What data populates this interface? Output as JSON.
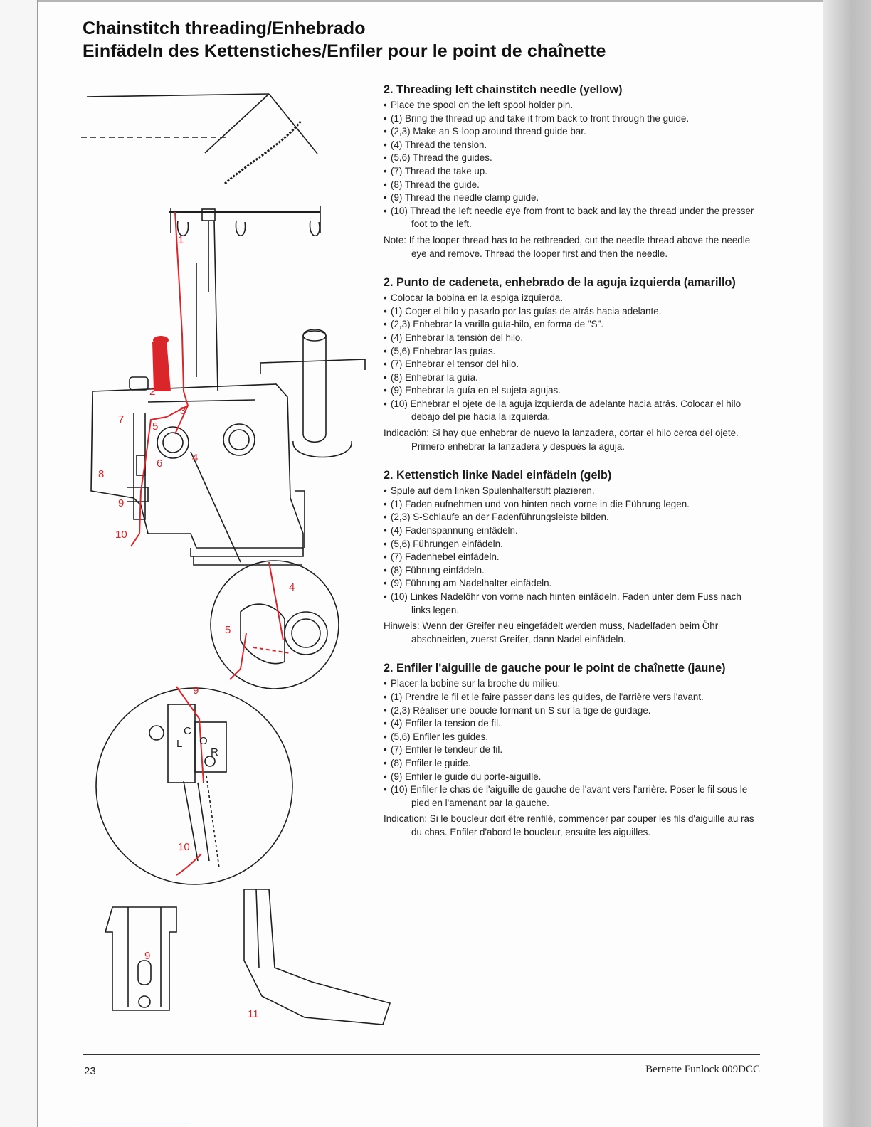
{
  "header": {
    "title_line1": "Chainstitch threading/Enhebrado",
    "title_line2": "Einfädeln des Kettenstiches/Enfiler pour le point de chaînette"
  },
  "figure": {
    "callouts": [
      "1",
      "2",
      "3",
      "4",
      "5",
      "6",
      "7",
      "8",
      "9",
      "10",
      "4",
      "5",
      "9",
      "10",
      "9",
      "11"
    ],
    "detail_letters": [
      "C",
      "L",
      "O",
      "R"
    ]
  },
  "sections": [
    {
      "heading": "2. Threading left chainstitch needle (yellow)",
      "items": [
        "Place the spool on the left spool holder pin.",
        "(1) Bring the thread up and take it from back to front through the guide.",
        "(2,3) Make an S-loop around thread guide bar.",
        "(4) Thread the tension.",
        "(5,6) Thread the guides.",
        "(7) Thread the take up.",
        "(8) Thread the guide.",
        "(9) Thread the needle clamp guide.",
        "(10) Thread the left needle eye from front to back and lay the thread under the presser foot to the left."
      ],
      "note": "Note: If the looper thread has to be rethreaded, cut the needle thread above the needle eye and remove. Thread the looper first and then the needle."
    },
    {
      "heading": "2. Punto de cadeneta, enhebrado de la aguja izquierda (amarillo)",
      "items": [
        "Colocar la bobina en la espiga izquierda.",
        "(1) Coger el hilo y pasarlo por las guías de atrás hacia adelante.",
        "(2,3) Enhebrar la varilla guía-hilo, en forma de \"S\".",
        "(4) Enhebrar la tensión del hilo.",
        "(5,6) Enhebrar las guías.",
        "(7) Enhebrar el tensor del hilo.",
        "(8) Enhebrar la guía.",
        "(9) Enhebrar la guía en el sujeta-agujas.",
        "(10) Enhebrar el ojete de la aguja izquierda de adelante hacia atrás. Colocar el hilo debajo del pie hacia la izquierda."
      ],
      "note": "Indicación: Si hay que enhebrar de nuevo la lanzadera, cortar el hilo cerca del ojete. Primero enhebrar la lanzadera y después la aguja."
    },
    {
      "heading": "2. Kettenstich linke Nadel einfädeln (gelb)",
      "items": [
        "Spule auf dem linken Spulenhalterstift plazieren.",
        "(1) Faden aufnehmen und von hinten nach vorne in die Führung legen.",
        "(2,3) S-Schlaufe an der Fadenführungsleiste bilden.",
        "(4) Fadenspannung einfädeln.",
        "(5,6) Führungen einfädeln.",
        "(7) Fadenhebel einfädeln.",
        "(8) Führung einfädeln.",
        "(9) Führung am Nadelhalter einfädeln.",
        "(10) Linkes Nadelöhr von vorne nach hinten einfädeln. Faden unter dem Fuss nach links legen."
      ],
      "note": "Hinweis: Wenn der Greifer neu eingefädelt werden muss, Nadelfaden beim Öhr abschneiden, zuerst Greifer, dann Nadel einfädeln."
    },
    {
      "heading": "2. Enfiler l'aiguille de gauche pour le point de chaînette (jaune)",
      "items": [
        "Placer la bobine sur la broche du milieu.",
        "(1) Prendre le fil et le faire passer dans les guides, de l'arrière vers l'avant.",
        "(2,3) Réaliser une boucle formant un S sur la tige de guidage.",
        "(4) Enfiler la tension de fil.",
        "(5,6) Enfiler les guides.",
        "(7) Enfiler le tendeur de fil.",
        "(8) Enfiler le guide.",
        "(9) Enfiler le guide du porte-aiguille.",
        "(10) Enfiler le chas de l'aiguille de gauche de l'avant vers l'arrière. Poser le fil sous le pied en l'amenant par la gauche."
      ],
      "note": "Indication: Si le boucleur doit être renfilé, commencer par couper les fils d'aiguille au ras du chas. Enfiler d'abord le boucleur, ensuite les aiguilles."
    }
  ],
  "footer": {
    "page_number": "23",
    "doc_title": "Bernette Funlock 009DCC"
  },
  "colors": {
    "thread_red": "#d9262b",
    "ink": "#222222"
  }
}
